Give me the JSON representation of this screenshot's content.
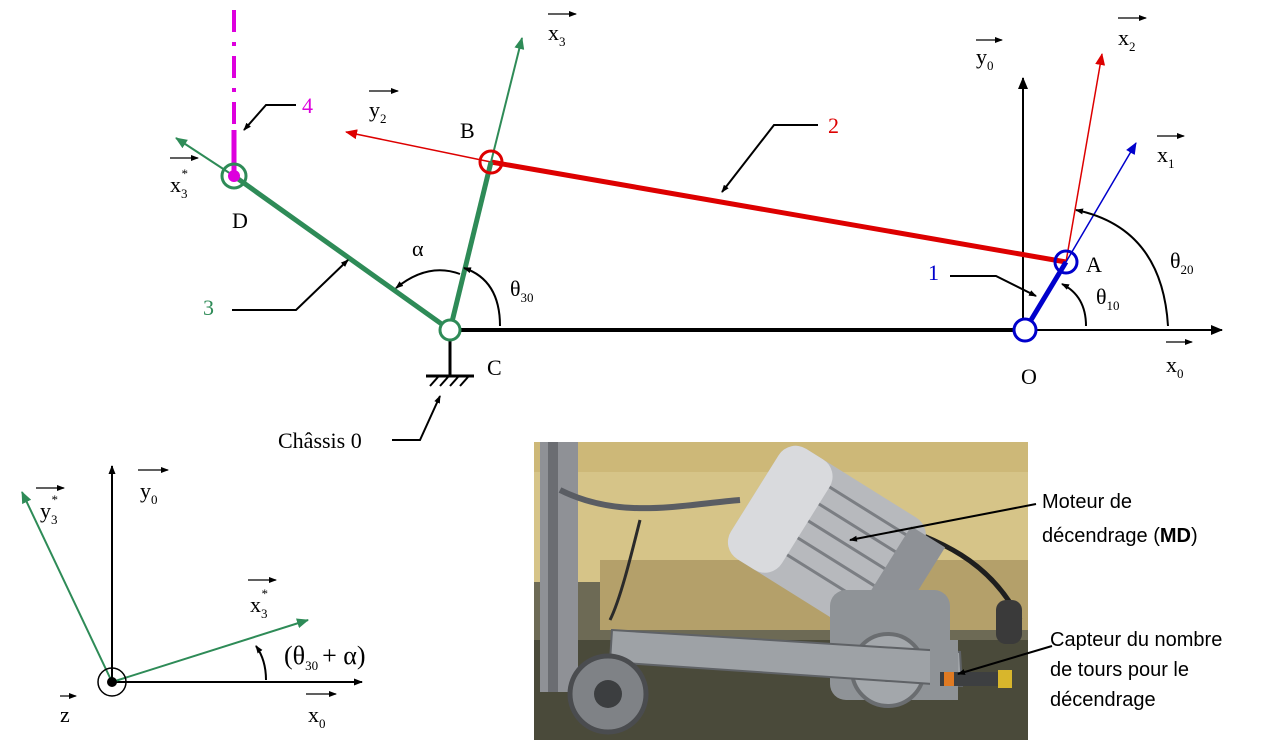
{
  "colors": {
    "body0": "#000000",
    "body1": "#0000cc",
    "body2": "#dd0000",
    "body3": "#2e8b57",
    "body4": "#dd00dd"
  },
  "labels": {
    "point_b": "B",
    "point_d": "D",
    "point_c": "C",
    "point_o": "O",
    "point_a": "A",
    "body_1": "1",
    "body_2": "2",
    "body_3": "3",
    "body_4": "4",
    "alpha": "α",
    "theta_30": "θ",
    "theta_30_sub": "30",
    "theta_10": "θ",
    "theta_10_sub": "10",
    "theta_20": "θ",
    "theta_20_sub": "20",
    "x0": "x",
    "x0_sub": "0",
    "y0": "y",
    "y0_sub": "0",
    "x1": "x",
    "x1_sub": "1",
    "x2": "x",
    "x2_sub": "2",
    "y2": "y",
    "y2_sub": "2",
    "x3": "x",
    "x3_sub": "3",
    "x3_star": "x",
    "x3_star_sub": "3",
    "star": "*",
    "chassis": "Châssis 0",
    "detail_y3_star": "y",
    "detail_y3_star_sub": "3",
    "detail_x3_star": "x",
    "detail_x3_star_sub": "3",
    "detail_y0": "y",
    "detail_y0_sub": "0",
    "detail_x0": "x",
    "detail_x0_sub": "0",
    "detail_z": "z",
    "detail_angle_open": "(θ",
    "detail_angle_sub": "30",
    "detail_angle_rest": "+ α)"
  },
  "photo": {
    "motor_line1": "Moteur de",
    "motor_line2": "décendrage (",
    "motor_bold": "MD",
    "motor_close": ")",
    "sensor_line1": "Capteur du nombre",
    "sensor_line2": "de tours pour le",
    "sensor_line3": "décendrage"
  }
}
